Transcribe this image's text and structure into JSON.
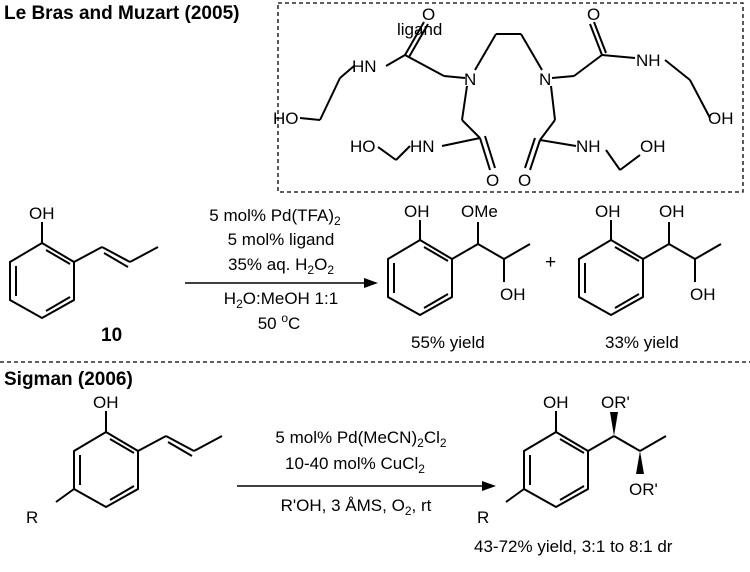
{
  "section1": {
    "title": "Le Bras and Muzart (2005)",
    "ligand_label": "ligand",
    "ligand_atoms": {
      "o": "O",
      "nh": "NH",
      "hn": "HN",
      "n": "N",
      "ho": "HO",
      "oh": "OH"
    },
    "reactant": {
      "label": "10",
      "oh": "OH"
    },
    "conditions": {
      "line1": "5 mol% Pd(TFA)",
      "line1_sub": "2",
      "line2": "5 mol% ligand",
      "line3": "35% aq. H",
      "line3_sub": "2",
      "line3_end": "O",
      "line3_end_sub": "2",
      "line4_a": "H",
      "line4_a_sub": "2",
      "line4_b": "O:MeOH 1:1",
      "line5": "50 ",
      "line5_sup": "o",
      "line5_end": "C"
    },
    "plus": "+",
    "product1": {
      "oh1": "OH",
      "ome": "OMe",
      "oh2": "OH",
      "yield": "55% yield"
    },
    "product2": {
      "oh1": "OH",
      "oh2": "OH",
      "oh3": "OH",
      "yield": "33% yield"
    }
  },
  "section2": {
    "title": "Sigman (2006)",
    "reactant": {
      "oh": "OH",
      "r": "R"
    },
    "conditions": {
      "line1": "5 mol% Pd(MeCN)",
      "line1_sub": "2",
      "line1_end": "Cl",
      "line1_end_sub": "2",
      "line2": "10-40 mol% CuCl",
      "line2_sub": "2",
      "line3": "R'OH, 3 ÅMS, O",
      "line3_sub": "2",
      "line3_end": ", rt"
    },
    "product": {
      "oh": "OH",
      "or1": "OR'",
      "or2": "OR'",
      "r": "R",
      "result": "43-72% yield, 3:1 to 8:1 dr"
    }
  }
}
